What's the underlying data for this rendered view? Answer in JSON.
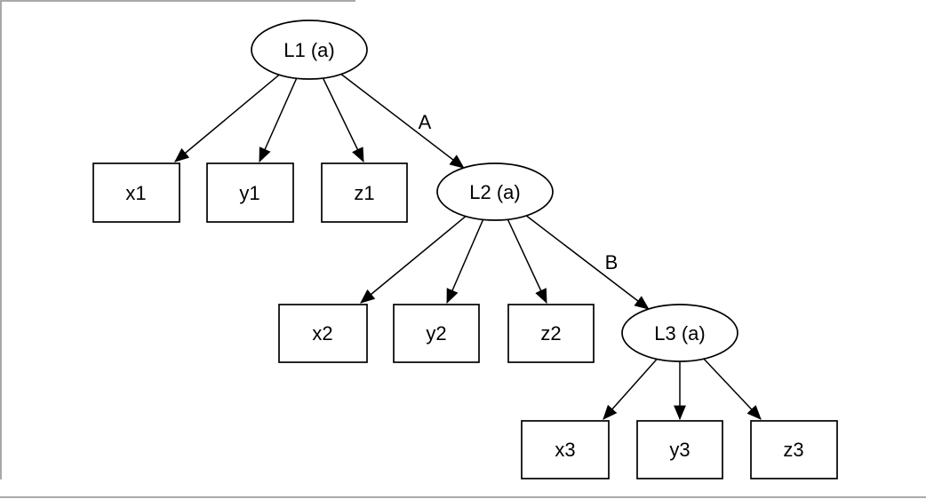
{
  "diagram": {
    "type": "tree",
    "nodes": {
      "L1": "L1 (a)",
      "L2": "L2 (a)",
      "L3": "L3 (a)",
      "x1": "x1",
      "y1": "y1",
      "z1": "z1",
      "x2": "x2",
      "y2": "y2",
      "z2": "z2",
      "x3": "x3",
      "y3": "y3",
      "z3": "z3"
    },
    "edges": [
      {
        "from": "L1",
        "to": "x1",
        "label": ""
      },
      {
        "from": "L1",
        "to": "y1",
        "label": ""
      },
      {
        "from": "L1",
        "to": "z1",
        "label": ""
      },
      {
        "from": "L1",
        "to": "L2",
        "label": "A"
      },
      {
        "from": "L2",
        "to": "x2",
        "label": ""
      },
      {
        "from": "L2",
        "to": "y2",
        "label": ""
      },
      {
        "from": "L2",
        "to": "z2",
        "label": ""
      },
      {
        "from": "L2",
        "to": "L3",
        "label": "B"
      },
      {
        "from": "L3",
        "to": "x3",
        "label": ""
      },
      {
        "from": "L3",
        "to": "y3",
        "label": ""
      },
      {
        "from": "L3",
        "to": "z3",
        "label": ""
      }
    ],
    "colors": {
      "background": "#ffffff",
      "node_fill": "#ffffff",
      "node_stroke": "#000000",
      "text": "#000000",
      "frame": "#a9a9a9"
    }
  }
}
